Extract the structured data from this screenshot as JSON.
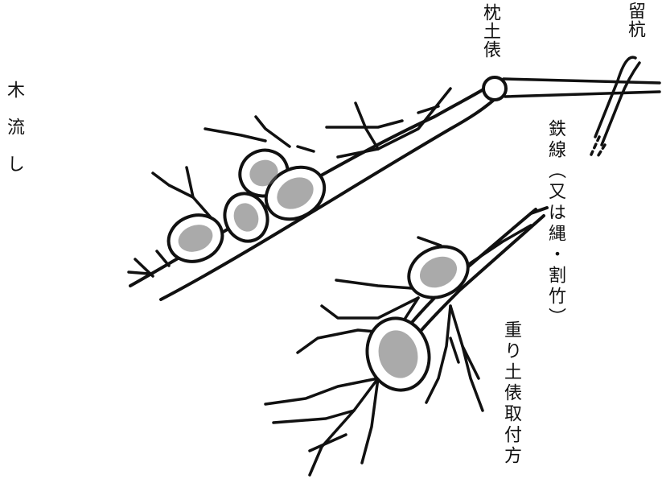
{
  "title": "木流し",
  "labels": {
    "stake": "留杭",
    "pillow_bag": "枕土俵",
    "wire": "鉄線（又は縄・割竹）",
    "weight_method": "重り土俵取付方"
  },
  "colors": {
    "ink": "#111111",
    "background": "#ffffff"
  }
}
